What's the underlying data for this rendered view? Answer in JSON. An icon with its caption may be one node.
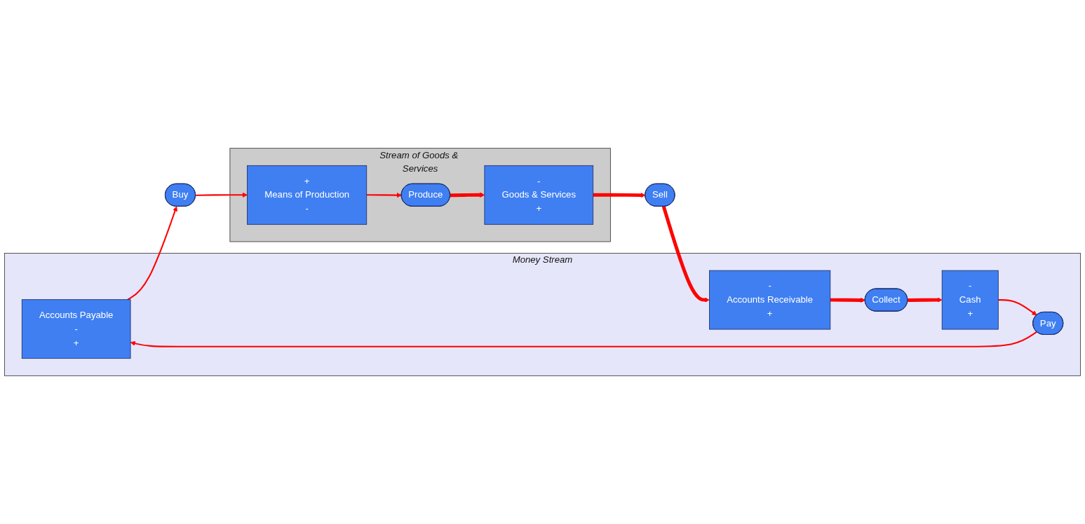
{
  "diagram": {
    "nodes": [
      {
        "text": [
          "Money Stream"
        ]
      },
      {
        "text": [
          "Accounts Payable",
          "-",
          "+"
        ],
        "in": 0
      },
      {
        "text": [
          "Pay"
        ],
        "in": 0
      },
      {
        "text": [
          "-",
          "Cash",
          "+"
        ],
        "in": 0
      },
      {
        "text": [
          "Collect"
        ],
        "in": 0
      },
      {
        "text": [
          "-",
          "Accounts Receivable",
          "+"
        ],
        "in": 0
      },
      {
        "text": [
          "Stream of Goods & Services"
        ]
      },
      {
        "text": [
          "Buy"
        ]
      },
      {
        "text": [
          "Sell"
        ]
      },
      {
        "text": [
          "+",
          "Means of Production",
          "-"
        ],
        "in": 6
      },
      {
        "text": [
          "Produce"
        ],
        "in": 6
      },
      {
        "text": [
          "-",
          "Goods & Services",
          "+"
        ],
        "in": 6
      }
    ],
    "edges": [
      {
        "from": 2,
        "to": 1,
        "arrow": "to"
      },
      {
        "from": 3,
        "to": 2,
        "arrow": "to"
      },
      {
        "from": 4,
        "to": 3,
        "arrow": "to",
        "style": "thick"
      },
      {
        "from": 5,
        "to": 4,
        "arrow": "to",
        "style": "thick"
      },
      {
        "from": 1,
        "to": 7,
        "arrow": "to"
      },
      {
        "from": 7,
        "to": 9,
        "arrow": "to"
      },
      {
        "from": 9,
        "to": 10,
        "arrow": "to"
      },
      {
        "from": 10,
        "to": 11,
        "arrow": "to",
        "style": "thick"
      },
      {
        "from": 11,
        "to": 8,
        "arrow": "to",
        "style": "thick"
      },
      {
        "from": 8,
        "to": 5,
        "arrow": "to",
        "style": "thick"
      }
    ]
  }
}
